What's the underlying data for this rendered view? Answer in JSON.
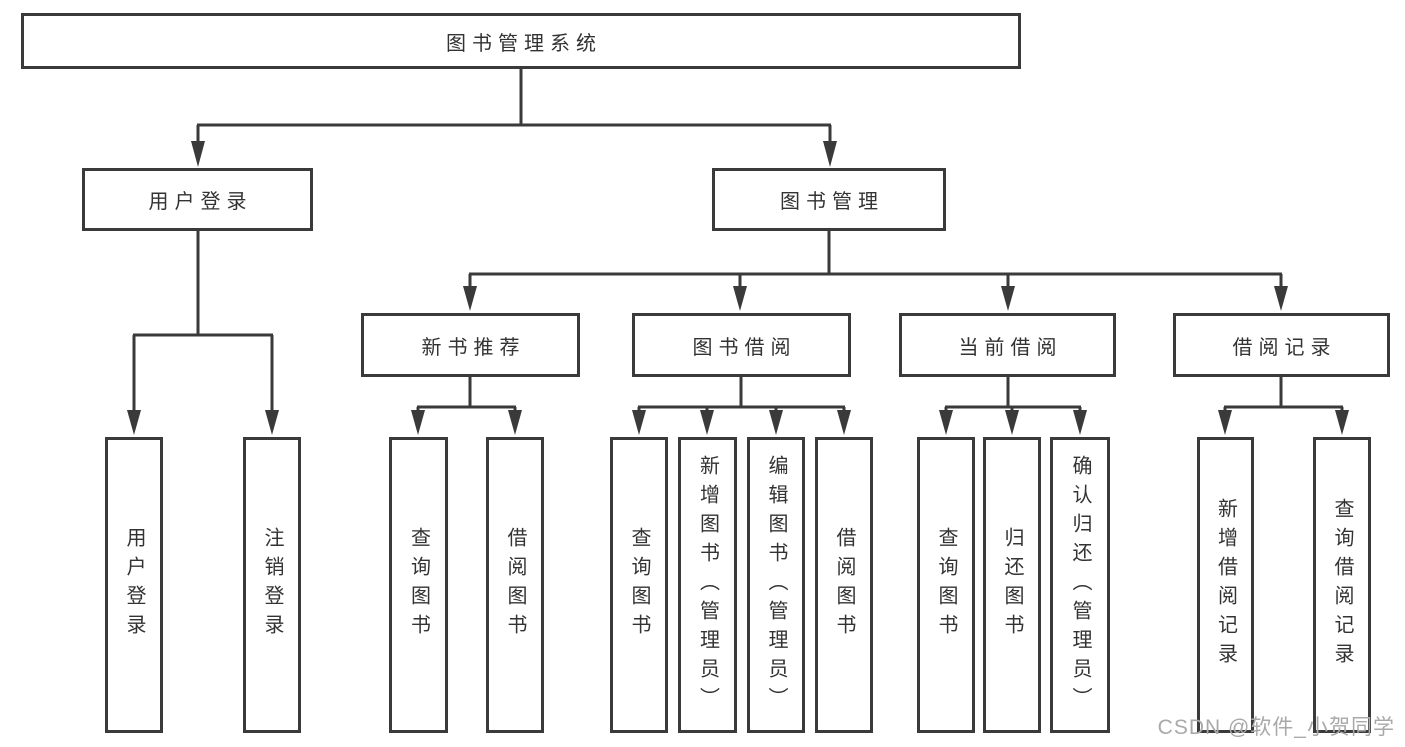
{
  "diagram": {
    "root": {
      "label": "图书管理系统"
    },
    "level2": [
      {
        "id": "user-login",
        "label": "用户登录"
      },
      {
        "id": "book-management",
        "label": "图书管理"
      }
    ],
    "level3": [
      {
        "id": "new-book-recommend",
        "label": "新书推荐"
      },
      {
        "id": "book-borrow",
        "label": "图书借阅"
      },
      {
        "id": "current-borrow",
        "label": "当前借阅"
      },
      {
        "id": "borrow-records",
        "label": "借阅记录"
      }
    ],
    "level4": {
      "user_login": [
        {
          "label": "用户登录"
        },
        {
          "label": "注销登录"
        }
      ],
      "new_book": [
        {
          "label": "查询图书"
        },
        {
          "label": "借阅图书"
        }
      ],
      "book_borrow": [
        {
          "label": "查询图书"
        },
        {
          "label": "新增图书（管理员）"
        },
        {
          "label": "编辑图书（管理员）"
        },
        {
          "label": "借阅图书"
        }
      ],
      "current_borrow": [
        {
          "label": "查询图书"
        },
        {
          "label": "归还图书"
        },
        {
          "label": "确认归还（管理员）"
        }
      ],
      "records": [
        {
          "label": "新增借阅记录"
        },
        {
          "label": "查询借阅记录"
        }
      ]
    },
    "watermark": "CSDN @软件_小贺同学",
    "colors": {
      "line": "#3a3a3a",
      "text": "#333333",
      "watermark": "#a9a9a9",
      "background": "#ffffff"
    }
  }
}
